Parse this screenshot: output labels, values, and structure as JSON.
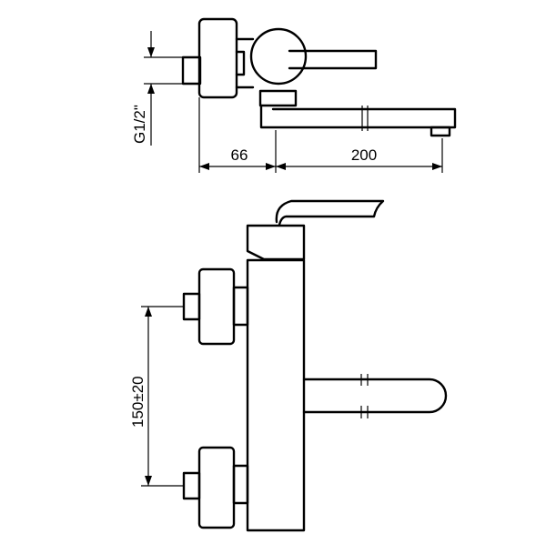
{
  "dimensions": {
    "thread_label": "G1/2\"",
    "offset_label": "66",
    "spout_reach_label": "200",
    "centers_label": "150±20"
  }
}
